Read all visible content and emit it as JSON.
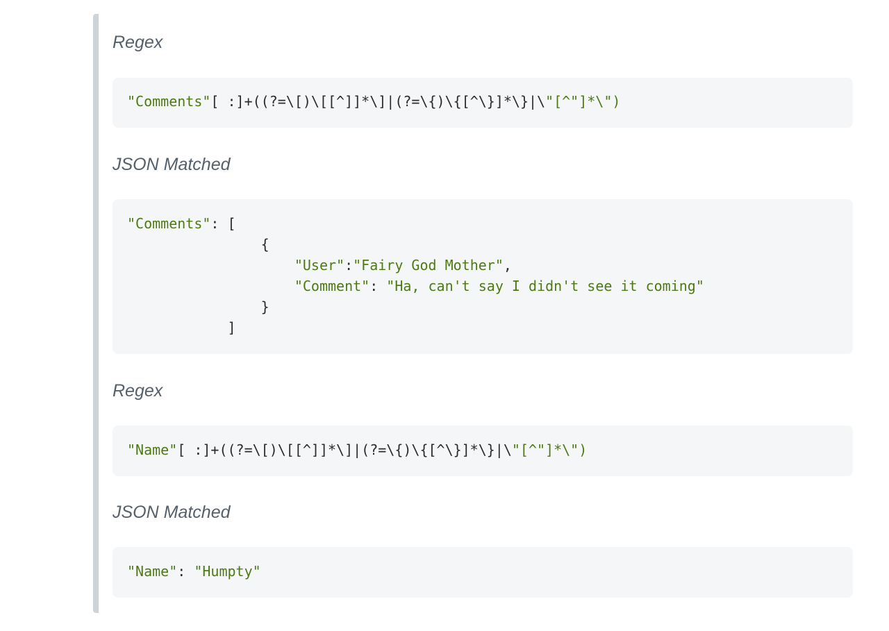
{
  "sections": [
    {
      "label": "Regex",
      "code": [
        [
          {
            "t": "\"Comments\"",
            "k": "str"
          },
          {
            "t": "[ :]+((?=\\[)\\[[^]]*\\]|(?=\\{)\\{[^\\}]*\\}|\\",
            "k": "pl"
          },
          {
            "t": "\"[^\"]*\\\")",
            "k": "str"
          }
        ]
      ]
    },
    {
      "label": "JSON Matched",
      "code": [
        [
          {
            "t": "\"Comments\"",
            "k": "str"
          },
          {
            "t": ": [",
            "k": "pl"
          }
        ],
        [
          {
            "t": "                {",
            "k": "pl"
          }
        ],
        [
          {
            "t": "                    ",
            "k": "pl"
          },
          {
            "t": "\"User\"",
            "k": "str"
          },
          {
            "t": ":",
            "k": "pl"
          },
          {
            "t": "\"Fairy God Mother\"",
            "k": "str"
          },
          {
            "t": ",",
            "k": "pl"
          }
        ],
        [
          {
            "t": "                    ",
            "k": "pl"
          },
          {
            "t": "\"Comment\"",
            "k": "str"
          },
          {
            "t": ": ",
            "k": "pl"
          },
          {
            "t": "\"Ha, can't say I didn't see it coming\"",
            "k": "str"
          }
        ],
        [
          {
            "t": "                }",
            "k": "pl"
          }
        ],
        [
          {
            "t": "            ]",
            "k": "pl"
          }
        ]
      ]
    },
    {
      "label": "Regex",
      "code": [
        [
          {
            "t": "\"Name\"",
            "k": "str"
          },
          {
            "t": "[ :]+((?=\\[)\\[[^]]*\\]|(?=\\{)\\{[^\\}]*\\}|\\",
            "k": "pl"
          },
          {
            "t": "\"[^\"]*\\\")",
            "k": "str"
          }
        ]
      ]
    },
    {
      "label": "JSON Matched",
      "code": [
        [
          {
            "t": "\"Name\"",
            "k": "str"
          },
          {
            "t": ": ",
            "k": "pl"
          },
          {
            "t": "\"Humpty\"",
            "k": "str"
          }
        ]
      ]
    }
  ]
}
